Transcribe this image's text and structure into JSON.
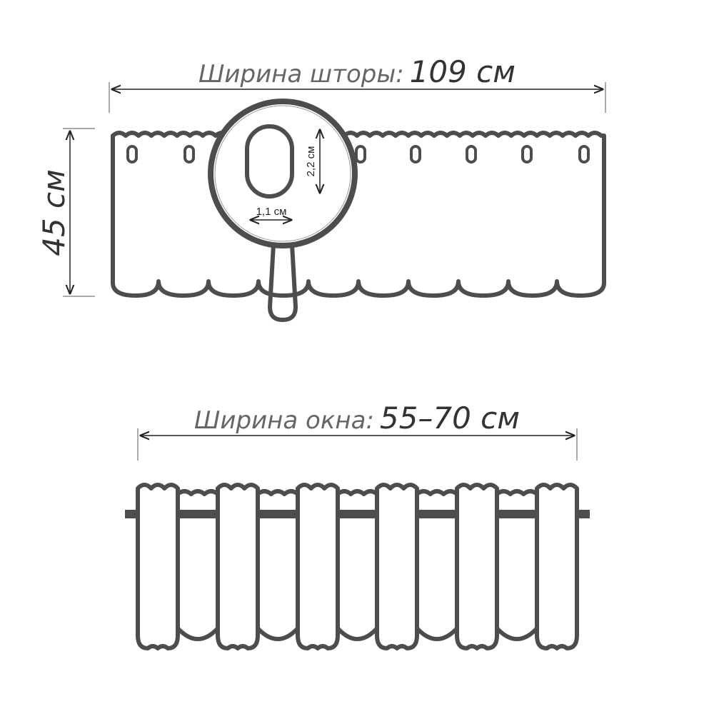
{
  "curtain": {
    "width_label": "Ширина шторы:",
    "width_value": "109 см",
    "height_value": "45 см",
    "grommet_height": "2,2 см",
    "grommet_width": "1,1 см"
  },
  "window": {
    "width_label": "Ширина окна:",
    "width_value": "55–70 см"
  },
  "colors": {
    "outline": "#4d4d4d",
    "fill": "#efefef"
  }
}
